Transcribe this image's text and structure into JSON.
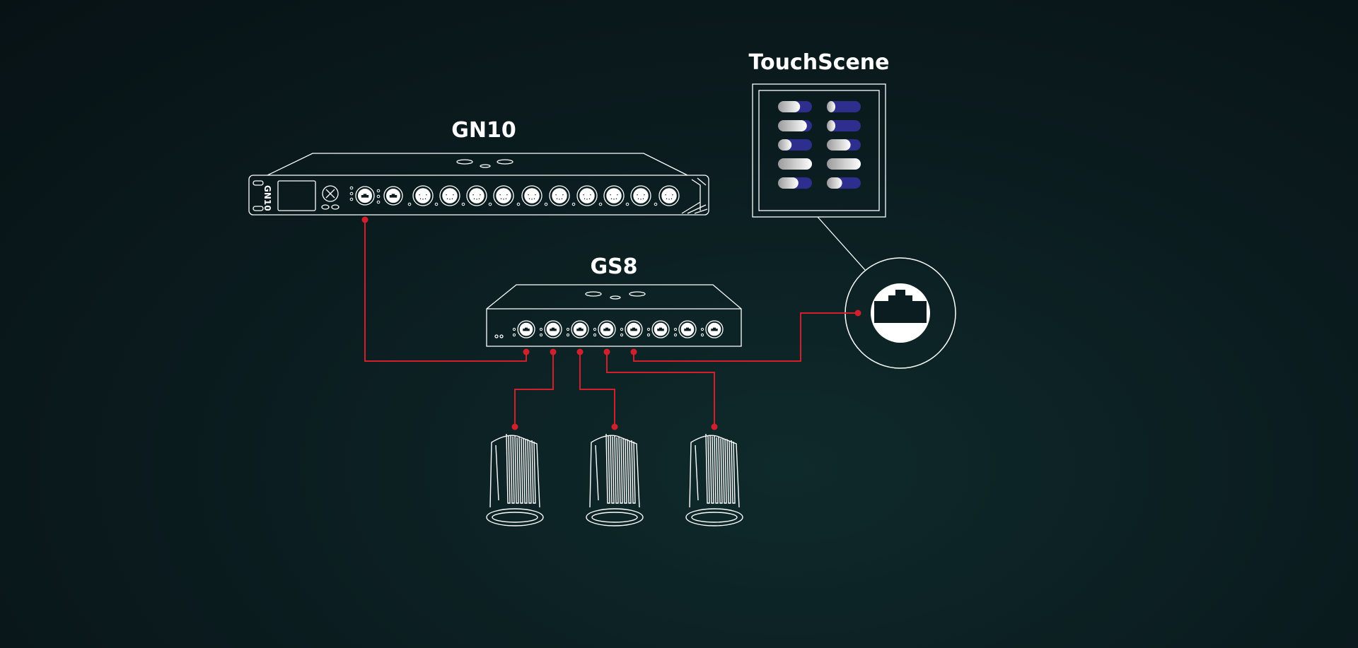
{
  "devices": {
    "gn10": {
      "label": "GN10",
      "panel_text": "GN10"
    },
    "gs8": {
      "label": "GS8"
    },
    "touchscene": {
      "label": "TouchScene"
    }
  },
  "colors": {
    "background": "#0b1d20",
    "outline": "#ffffff",
    "cable": "#d1202c",
    "slider_on": "#2e2e8f"
  },
  "icons": [
    "rj45-icon",
    "xlr-icon",
    "downlight-icon",
    "slider-icon"
  ],
  "touchscene_sliders": [
    {
      "row": 1,
      "col": 1,
      "level": 0.65
    },
    {
      "row": 1,
      "col": 2,
      "level": 0.0
    },
    {
      "row": 2,
      "col": 1,
      "level": 0.85
    },
    {
      "row": 2,
      "col": 2,
      "level": 0.25
    },
    {
      "row": 3,
      "col": 1,
      "level": 0.4
    },
    {
      "row": 3,
      "col": 2,
      "level": 0.7
    },
    {
      "row": 4,
      "col": 1,
      "level": 1.0
    },
    {
      "row": 4,
      "col": 2,
      "level": 1.0
    },
    {
      "row": 5,
      "col": 1,
      "level": 0.6
    },
    {
      "row": 5,
      "col": 2,
      "level": 0.45
    }
  ]
}
